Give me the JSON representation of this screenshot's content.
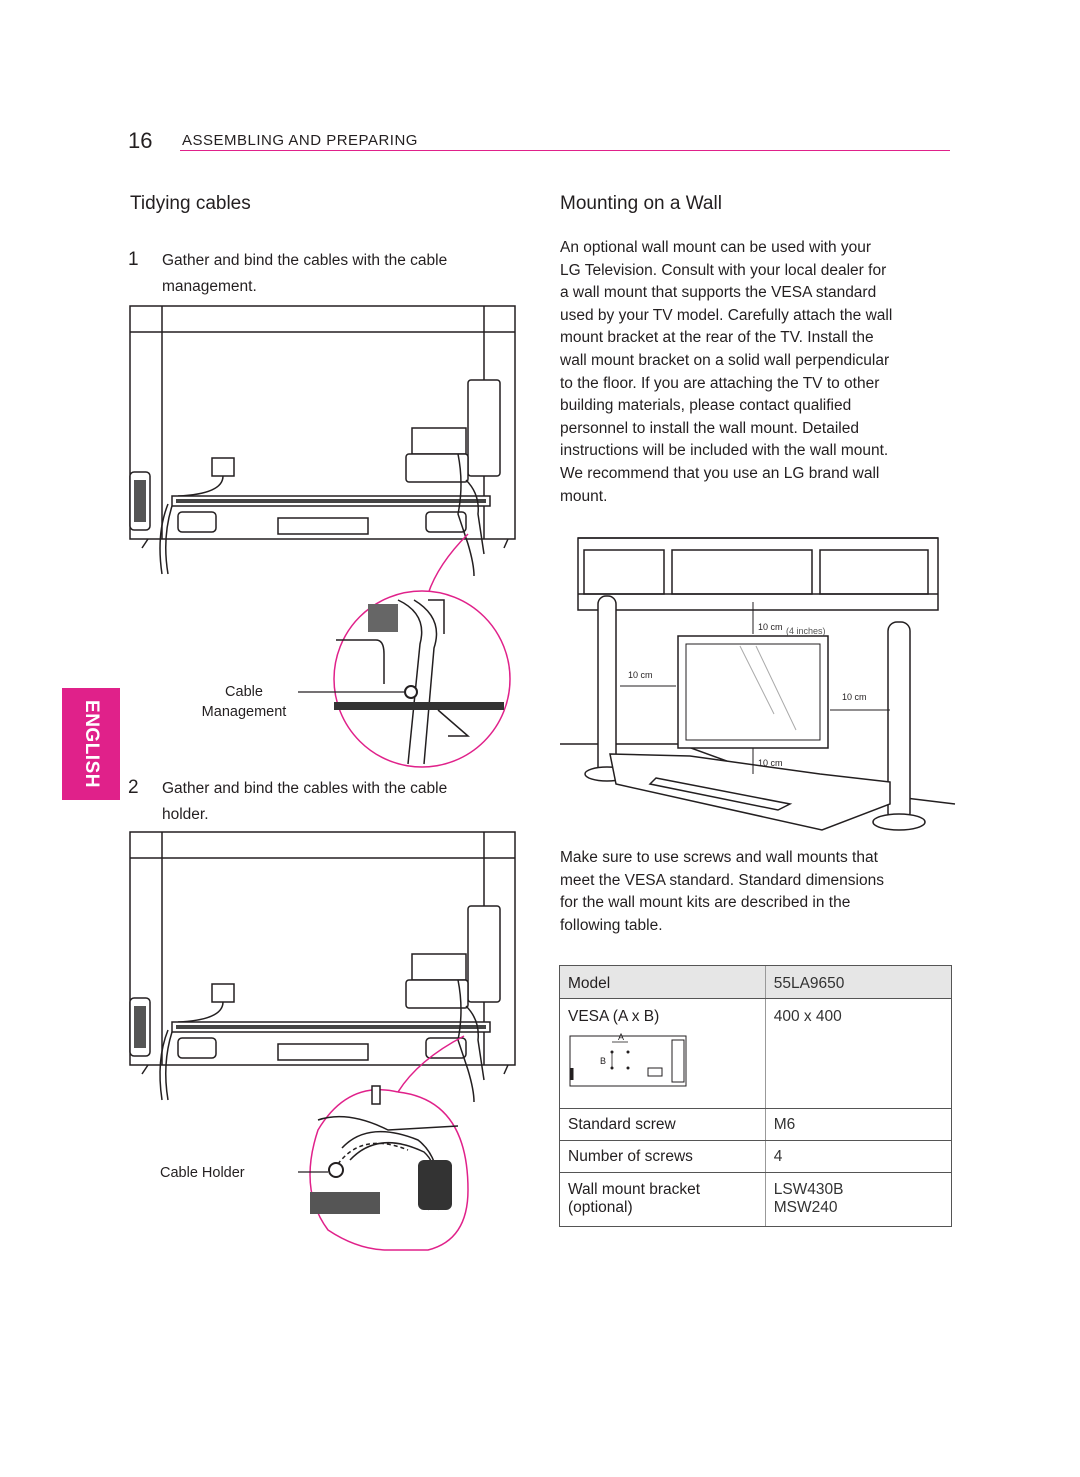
{
  "header": {
    "page_number": "16",
    "section": "ASSEMBLING AND PREPARING"
  },
  "side_tab": {
    "label": "ENGLISH"
  },
  "left": {
    "title": "Tidying cables",
    "step1": {
      "num": "1",
      "text_line1": "Gather and bind the cables with the cable",
      "text_line2": "management."
    },
    "callout1": {
      "line1": "Cable",
      "line2": "Management"
    },
    "step2": {
      "num": "2",
      "text_line1": "Gather and bind the cables with the cable",
      "text_line2": "holder."
    },
    "callout2": "Cable Holder"
  },
  "right": {
    "title": "Mounting on a Wall",
    "intro": [
      "An optional wall mount can be used with your",
      "LG Television. Consult with your local dealer for",
      "a wall mount that supports the VESA standard",
      "used by your TV model. Carefully attach the wall",
      "mount bracket at the rear of the TV. Install the",
      "wall mount bracket on a solid wall perpendicular",
      "to the floor. If you are attaching the TV to other",
      "building materials, please contact qualified",
      "personnel to install the wall mount. Detailed",
      "instructions will be included with the wall mount.",
      "We recommend that you use an LG brand wall",
      "mount."
    ],
    "diagram_labels": {
      "top": "10 cm",
      "top_inches": "(4 inches)",
      "left": "10 cm",
      "right": "10 cm",
      "bottom": "10 cm"
    },
    "note": [
      "Make sure to use screws and wall mounts that",
      "meet the VESA standard. Standard dimensions",
      "for the wall mount kits are described in the",
      "following table."
    ],
    "table": {
      "model_label": "Model",
      "model_value": "55LA9650",
      "vesa_label": "VESA (A x B)",
      "vesa_value": "400 x 400",
      "vesa_a": "A",
      "vesa_b": "B",
      "screw_label": "Standard screw",
      "screw_value": "M6",
      "count_label": "Number of screws",
      "count_value": "4",
      "bracket_label_1": "Wall mount bracket",
      "bracket_label_2": "(optional)",
      "bracket_value_1": "LSW430B",
      "bracket_value_2": "MSW240"
    }
  }
}
